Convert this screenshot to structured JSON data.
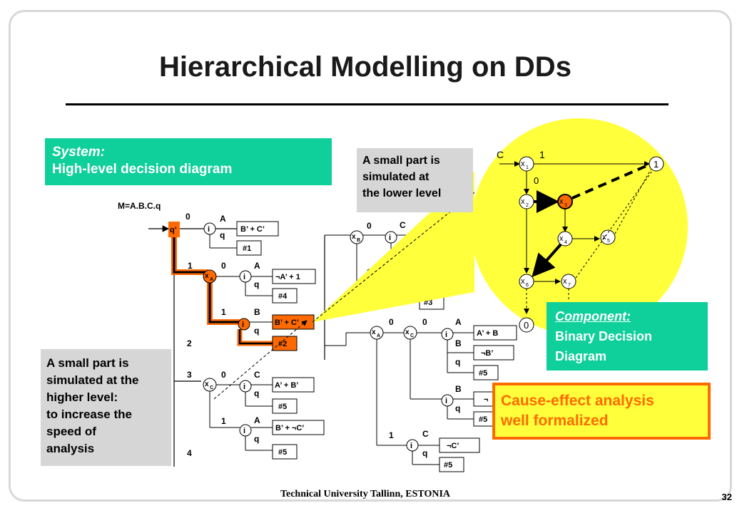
{
  "title": "Hierarchical Modelling on DDs",
  "system_box": {
    "heading": "System:",
    "text": "High-level decision diagram"
  },
  "component_box": {
    "heading": "Component:",
    "line1": "Binary Decision",
    "line2": "Diagram"
  },
  "lower_note": [
    "A small part is",
    "simulated at",
    "the lower level"
  ],
  "higher_note": [
    "A small part is",
    "simulated at the",
    "higher level:",
    "to increase the",
    "speed of",
    "analysis"
  ],
  "cause_effect": [
    "Cause-effect analysis",
    "well formalized"
  ],
  "footer": "Technical University Tallinn, ESTONIA",
  "page_number": "32",
  "model_label": "M=A.B.C.q",
  "hl": {
    "q_prime": "q’",
    "xA": "x",
    "xA_sub": "A",
    "xC": "x",
    "xC_sub": "C",
    "xB": "x",
    "xB_sub": "B",
    "i": "i",
    "q": "q",
    "A": "A",
    "B": "B",
    "C": "C",
    "e0": "0",
    "e1": "1",
    "e2": "2",
    "e3": "3",
    "e4": "4",
    "t_bc": "B’ + C’",
    "t_h1": "#1",
    "t_nA1": "¬A’ + 1",
    "t_h4": "#4",
    "t_bc2": "B’ + C’",
    "t_h2": "#2",
    "t_ab": "A’ + B’",
    "t_h5": "#5",
    "t_bnc": "B’ + ¬C’",
    "t_h3": "#3",
    "t_nb": "¬B’",
    "t_nc": "¬C’",
    "t_ab_trunc": "A’ + B",
    "t_dash": "¬",
    "t_h5_trunc": "#5"
  },
  "bdd": {
    "C": "C",
    "one": "1",
    "zero_edge": "0",
    "term1": "1",
    "term0": "0",
    "x": "x",
    "s1": "1",
    "s2": "2",
    "s3": "3",
    "s4": "4",
    "s5": "5",
    "s6": "6",
    "s7": "7"
  },
  "colors": {
    "green": "#0fcf9a",
    "yellow": "#ffff3c",
    "orange": "#ff6a00",
    "bold_path": "#000000"
  }
}
